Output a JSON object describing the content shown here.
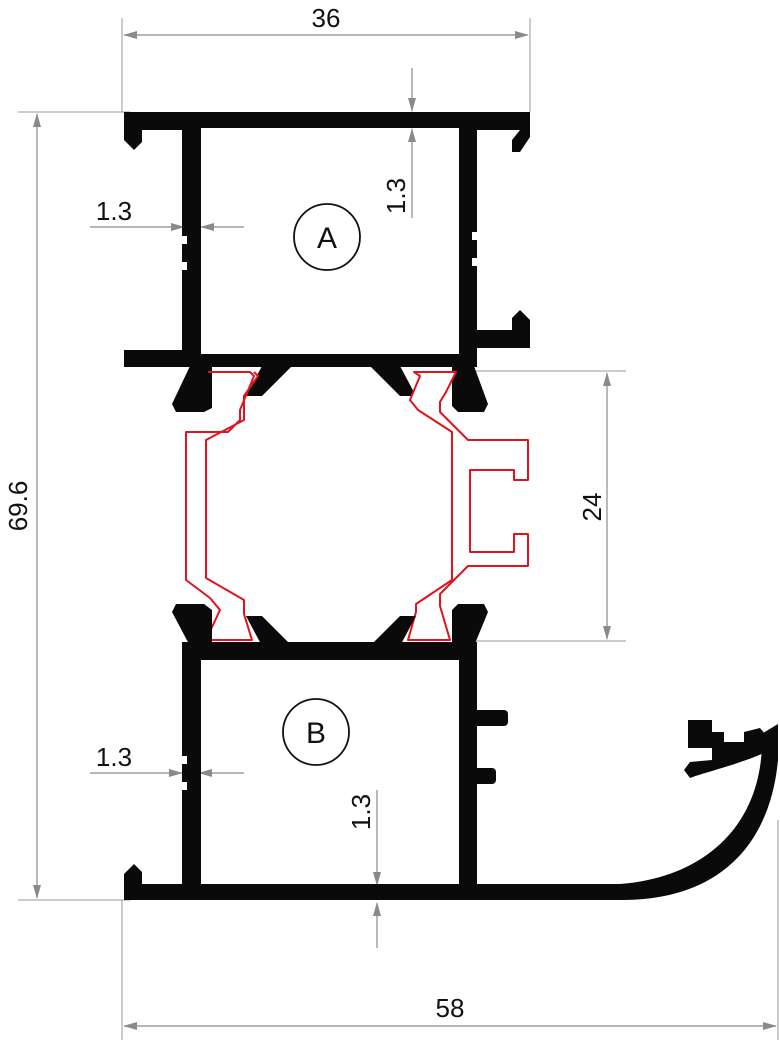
{
  "dimensions": {
    "top_width": "36",
    "total_height": "69.6",
    "bottom_width": "58",
    "thermal_break_height": "24",
    "wall_a_side": "1.3",
    "wall_a_top": "1.3",
    "wall_b_side": "1.3",
    "wall_b_bottom": "1.3"
  },
  "chambers": {
    "upper": "A",
    "lower": "B"
  },
  "colors": {
    "profile": "#0a0a0a",
    "thermal_break_outline": "#e0141e",
    "dimension_lines": "#8a8a8a"
  }
}
